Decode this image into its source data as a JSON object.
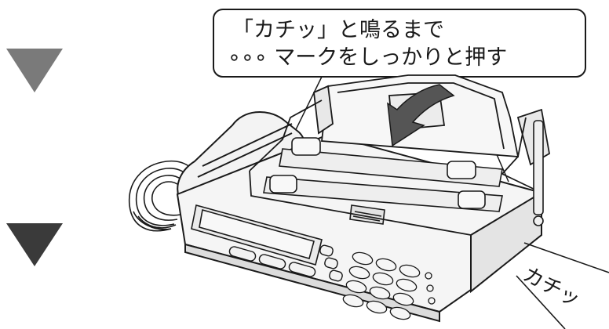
{
  "callout": {
    "line1": "「カチッ」と鳴るまで",
    "line2": "∘∘∘ マークをしっかりと押す"
  },
  "sound_effect": "カチッ",
  "icons": {
    "step_marker_top": "triangle-down-gray",
    "step_marker_bottom": "triangle-down-black",
    "press_arrow": "curved-arrow-down-gray"
  },
  "colors": {
    "marker_top": "#7a7a7a",
    "marker_bottom": "#3a3a3a",
    "arrow": "#555555",
    "line": "#1a1a1a"
  }
}
